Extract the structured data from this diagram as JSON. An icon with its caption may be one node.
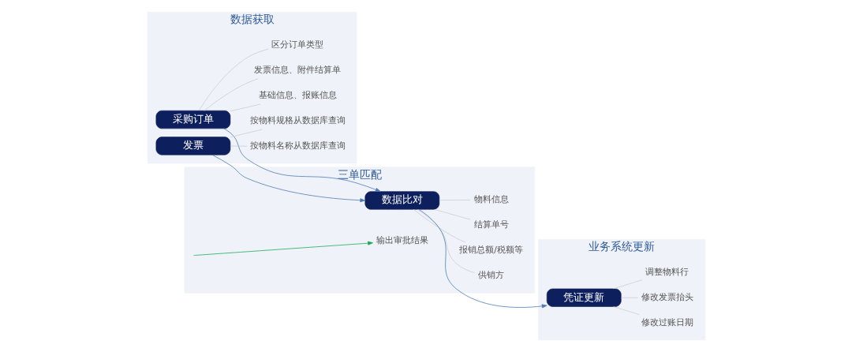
{
  "diagram": {
    "nodes": [
      {
        "text": [
          "数据获取"
        ]
      },
      {
        "text": [
          "采购订单"
        ],
        "in": 0
      },
      {
        "text": [
          "区分订单类型"
        ],
        "in": 0
      },
      {
        "text": [
          "基础信息、报账信息"
        ],
        "in": 0
      },
      {
        "text": [
          "发票信息、附件结算单"
        ],
        "in": 0
      },
      {
        "text": [
          "发票"
        ],
        "in": 0
      },
      {
        "text": [
          "按物料名称从数据库查询"
        ],
        "in": 0
      },
      {
        "text": [
          "按物料规格从数据库查询"
        ],
        "in": 0
      },
      {
        "text": [
          "三单匹配"
        ]
      },
      {
        "text": [
          "数据比对"
        ],
        "in": 8
      },
      {
        "text": [
          "结算单号"
        ],
        "in": 8
      },
      {
        "text": [
          "物料信息"
        ],
        "in": 8
      },
      {
        "text": [
          "供销方"
        ],
        "in": 8
      },
      {
        "text": [
          "报销总额/税额等"
        ],
        "in": 8
      },
      {
        "text": [
          "输出审批结果"
        ],
        "in": 8
      },
      {
        "text": [
          "业务系统更新"
        ]
      },
      {
        "text": [
          "凭证更新"
        ],
        "in": 15
      },
      {
        "text": [
          "修改过账日期"
        ],
        "in": 15
      },
      {
        "text": [
          "修改发票抬头"
        ],
        "in": 15
      },
      {
        "text": [
          "调整物料行"
        ],
        "in": 15
      }
    ],
    "edges": [
      {
        "from": 1,
        "to": 2,
        "arrow": "none"
      },
      {
        "from": 1,
        "to": 3,
        "arrow": "none"
      },
      {
        "from": 1,
        "to": 4,
        "arrow": "none"
      },
      {
        "from": 5,
        "to": 6,
        "arrow": "none"
      },
      {
        "from": 5,
        "to": 7,
        "arrow": "none"
      },
      {
        "from": 1,
        "to": 9,
        "arrow": "to",
        "color": "#4a7ab5"
      },
      {
        "from": 5,
        "to": 9,
        "arrow": "to",
        "color": "#4a7ab5"
      },
      {
        "from": 9,
        "to": 10,
        "arrow": "none"
      },
      {
        "from": 9,
        "to": 11,
        "arrow": "none"
      },
      {
        "from": 9,
        "to": 12,
        "arrow": "none"
      },
      {
        "from": 9,
        "to": 13,
        "arrow": "none"
      },
      {
        "from": null,
        "to": 14,
        "arrow": "to",
        "color": "#1aaa55"
      },
      {
        "from": 9,
        "to": 16,
        "arrow": "to",
        "color": "#4a7ab5"
      },
      {
        "from": 16,
        "to": 17,
        "arrow": "none"
      },
      {
        "from": 16,
        "to": 18,
        "arrow": "none"
      },
      {
        "from": 16,
        "to": 19,
        "arrow": "none"
      }
    ]
  }
}
